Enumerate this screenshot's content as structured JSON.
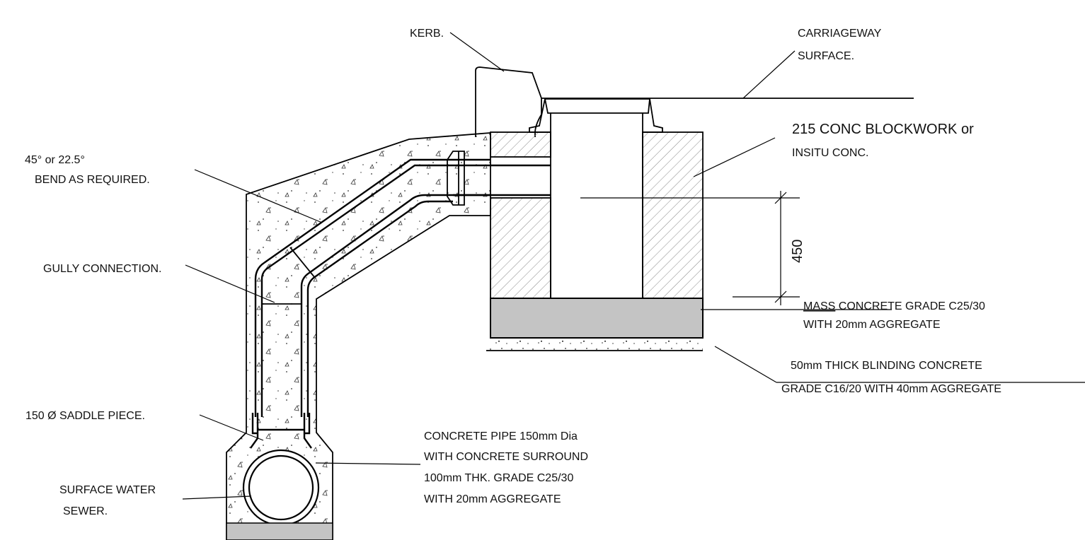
{
  "labels": {
    "kerb": "KERB.",
    "carriageway_1": "CARRIAGEWAY",
    "carriageway_2": "SURFACE.",
    "blockwork_1": "215 CONC BLOCKWORK or",
    "blockwork_2": "INSITU CONC.",
    "bend_1": "45° or 22.5°",
    "bend_2": "BEND AS REQUIRED.",
    "gully": "GULLY CONNECTION.",
    "dimension": "450",
    "mass_underlined": "MASS",
    "mass_rest": " CONCRETE GRADE C25/30",
    "mass_2": "WITH 20mm AGGREGATE",
    "blinding_1": "50mm THICK BLINDING CONCRETE",
    "blinding_2": "GRADE C16/20 WITH 40mm AGGREGATE",
    "saddle": "150 Ø SADDLE PIECE.",
    "pipe_1": "CONCRETE PIPE 150mm Dia",
    "pipe_2": "WITH CONCRETE SURROUND",
    "pipe_3": "100mm THK. GRADE C25/30",
    "pipe_4": "WITH 20mm AGGREGATE",
    "sewer_1": "SURFACE WATER",
    "sewer_2": "SEWER."
  },
  "colors": {
    "line": "#000000",
    "base_fill": "#c4c4c4",
    "hatch": "#888888",
    "text": "#111111"
  }
}
